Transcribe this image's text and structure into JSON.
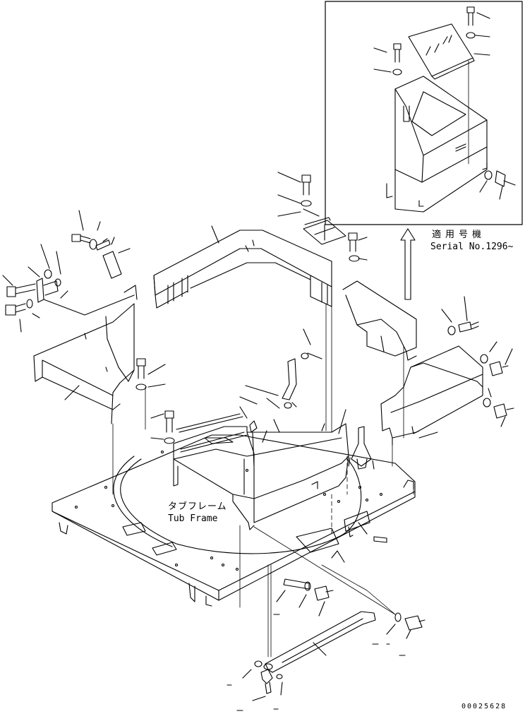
{
  "inset": {
    "applicable_label": "適用号機",
    "serial_label": "Serial No.1296~"
  },
  "main": {
    "tub_frame_jp": "タブフレーム",
    "tub_frame_en": "Tub Frame"
  },
  "footer": {
    "drawing_number": "00025628"
  },
  "colors": {
    "ink": "#000000",
    "paper": "#ffffff"
  }
}
